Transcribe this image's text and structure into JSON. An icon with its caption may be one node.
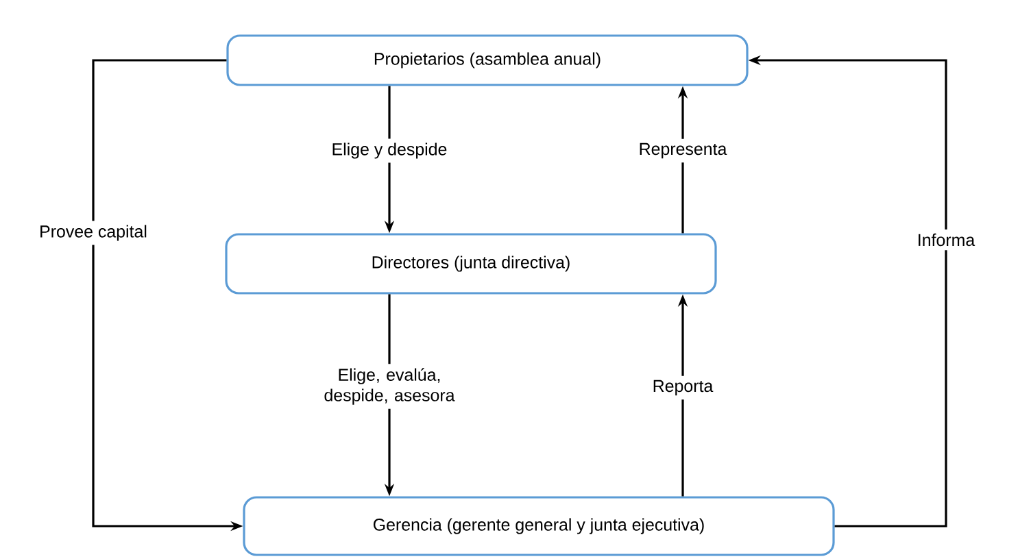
{
  "diagram": {
    "nodes": [
      {
        "text": [
          "Propietarios (asamblea anual)"
        ]
      },
      {
        "text": [
          "Directores (junta directiva)"
        ]
      },
      {
        "text": [
          "Gerencia (gerente general y junta ejecutiva)"
        ]
      }
    ],
    "edges": [
      {
        "from": 0,
        "to": 1,
        "arrow": "to",
        "label": "Elige y despide"
      },
      {
        "from": 1,
        "to": 0,
        "arrow": "to",
        "label": "Representa"
      },
      {
        "from": 1,
        "to": 2,
        "arrow": "to",
        "label": "Elige, evalúa, despide, asesora"
      },
      {
        "from": 2,
        "to": 1,
        "arrow": "to",
        "label": "Reporta"
      },
      {
        "from": 0,
        "to": 2,
        "arrow": "to",
        "label": "Provee capital"
      },
      {
        "from": 2,
        "to": 0,
        "arrow": "to",
        "label": "Informa"
      }
    ]
  }
}
